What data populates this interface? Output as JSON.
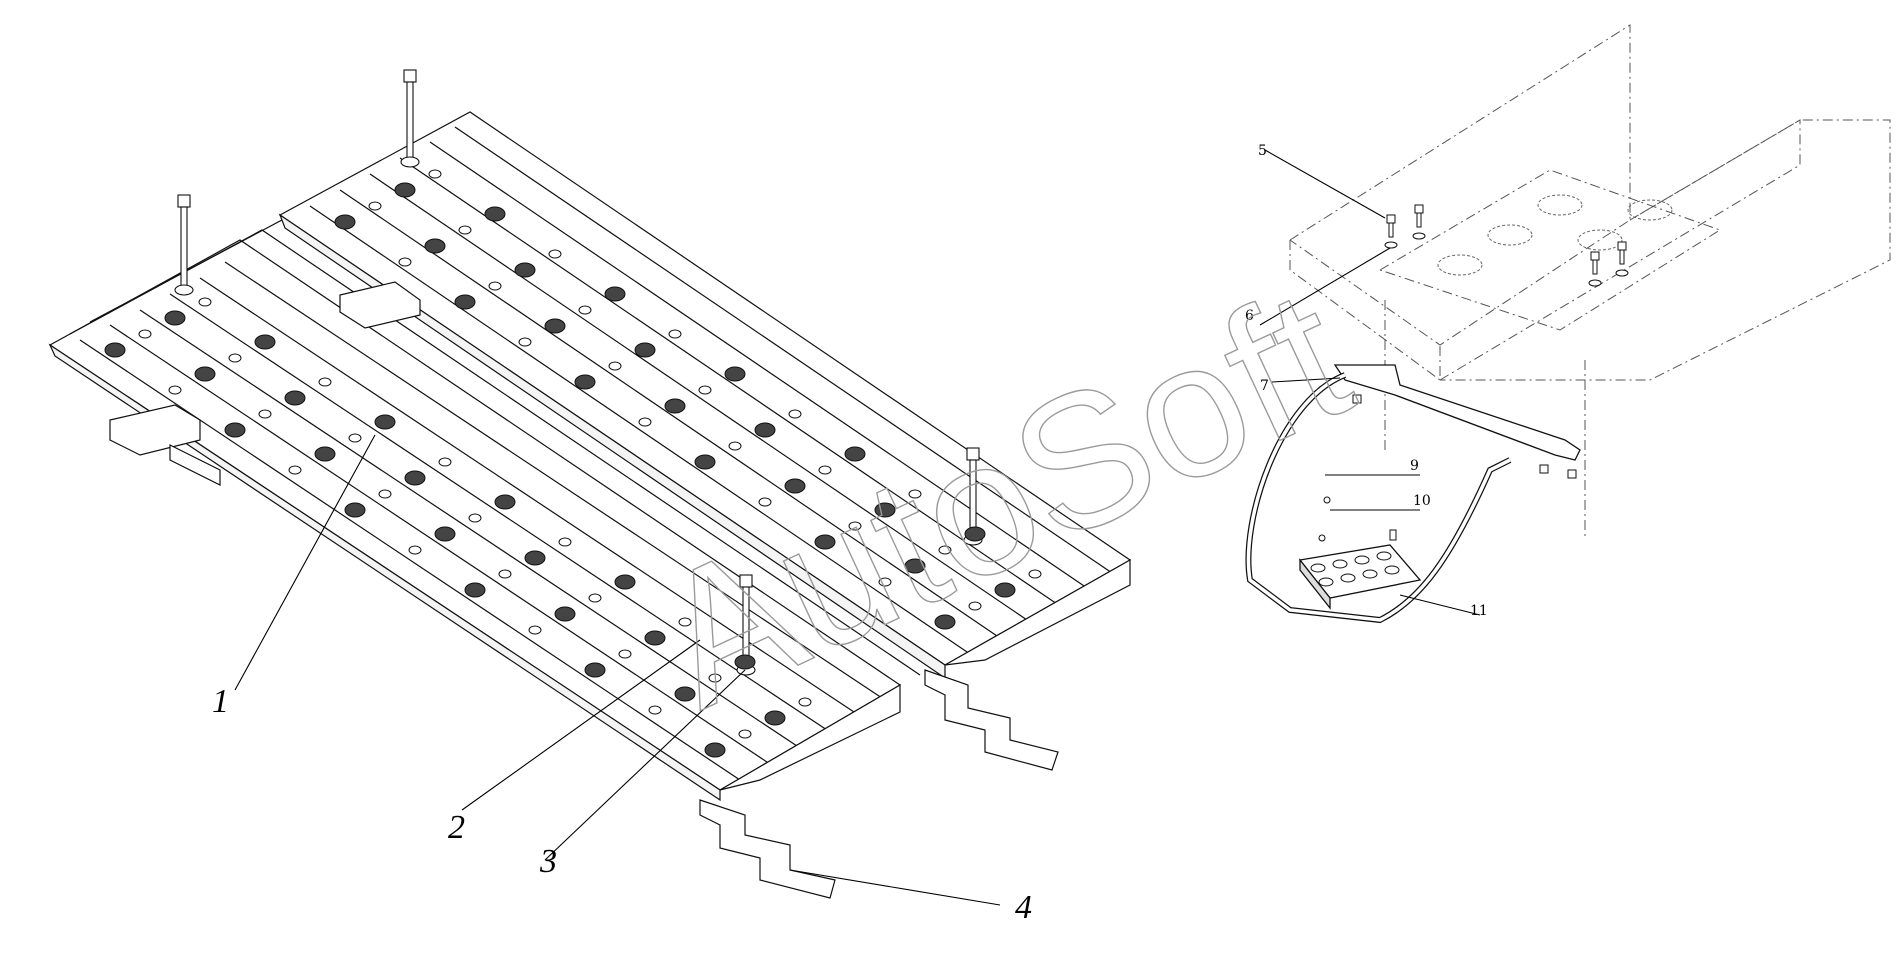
{
  "diagram": {
    "callouts": [
      {
        "id": "1",
        "label": "1"
      },
      {
        "id": "2",
        "label": "2"
      },
      {
        "id": "3",
        "label": "3"
      },
      {
        "id": "4",
        "label": "4"
      },
      {
        "id": "5",
        "label": "5"
      },
      {
        "id": "6",
        "label": "6"
      },
      {
        "id": "7",
        "label": "7"
      },
      {
        "id": "9",
        "label": "9"
      },
      {
        "id": "10",
        "label": "10"
      },
      {
        "id": "11",
        "label": "11"
      }
    ],
    "watermark": "AutoSoft"
  }
}
